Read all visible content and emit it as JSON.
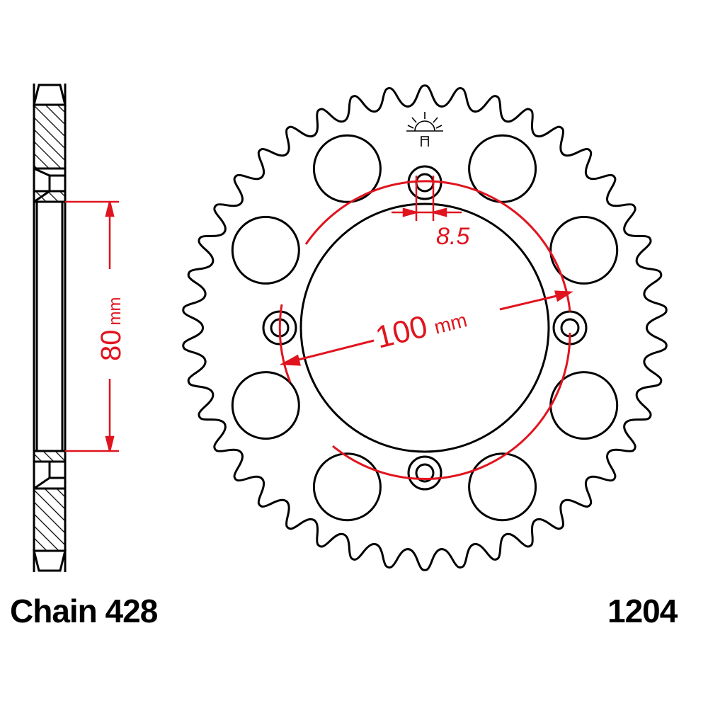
{
  "labels": {
    "chain": "Chain 428",
    "part_number": "1204"
  },
  "dimensions": {
    "bolt_hole": "8.5",
    "bolt_circle_value": "100",
    "bolt_circle_unit": "mm",
    "center_bore_value": "80",
    "center_bore_unit": "mm"
  },
  "drawing": {
    "teeth": 42,
    "lightening_holes": 8,
    "bolt_holes": 4
  },
  "colors": {
    "outline": "#000000",
    "dimension": "#e0141e"
  },
  "icons": {
    "logo": "sun-logo-icon"
  }
}
